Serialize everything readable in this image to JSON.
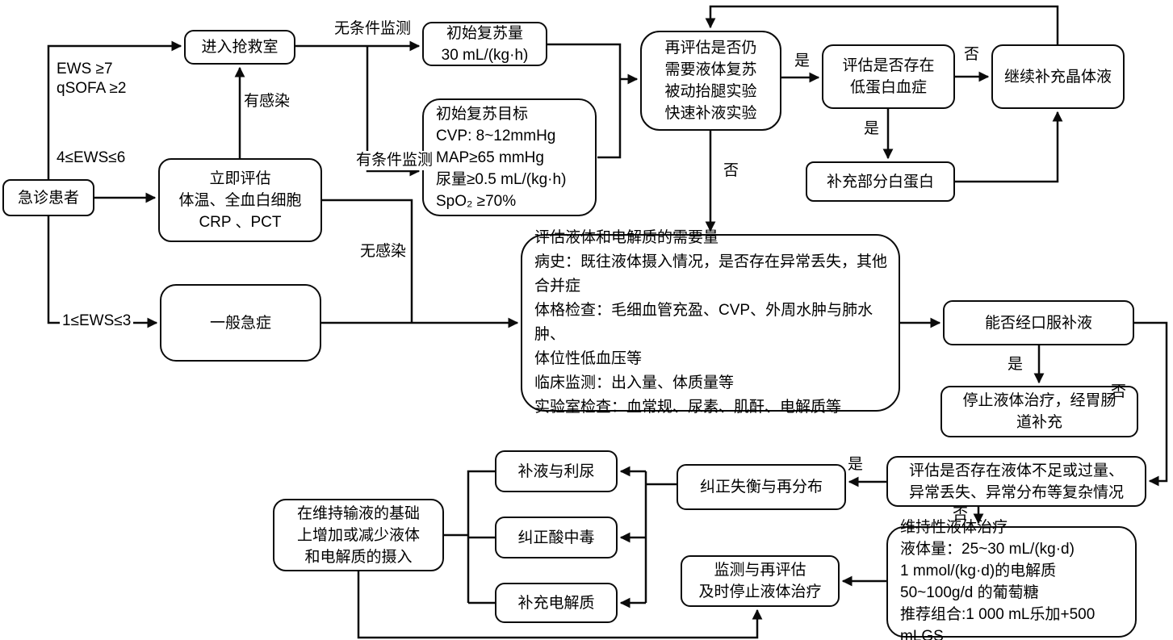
{
  "colors": {
    "stroke": "#0b0b0b",
    "node_fill": "#ffffff",
    "text": "#000000",
    "background": "#ffffff"
  },
  "nodes": {
    "patient": {
      "label": "急诊患者"
    },
    "rescue_room": {
      "label": "进入抢救室"
    },
    "immediate_eval": {
      "lines": [
        "立即评估",
        "体温、全血白细胞",
        "CRP 、PCT"
      ]
    },
    "general_emergency": {
      "label": "一般急症"
    },
    "initial_volume": {
      "lines": [
        "初始复苏量",
        "30 mL/(kg·h)"
      ]
    },
    "initial_target": {
      "lines": [
        "初始复苏目标",
        "CVP: 8~12mmHg",
        "MAP≥65 mmHg",
        "尿量≥0.5 mL/(kg·h)",
        "SpO₂ ≥70%"
      ]
    },
    "reassess": {
      "lines": [
        "再评估是否仍",
        "需要液体复苏",
        "被动抬腿实验",
        "快速补液实验"
      ]
    },
    "hypoproteinemia": {
      "lines": [
        "评估是否存在",
        "低蛋白血症"
      ]
    },
    "crystalloid": {
      "label": "继续补充晶体液"
    },
    "albumin": {
      "label": "补充部分白蛋白"
    },
    "needs_assessment": {
      "lines": [
        "评估液体和电解质的需要量",
        "病史：既往液体摄入情况，是否存在异常丢失，其他",
        "合并症",
        "体格检查：毛细血管充盈、CVP、外周水肿与肺水肿、",
        "体位性低血压等",
        "临床监测：出入量、体质量等",
        "实验室检查：血常规、尿素、肌酐、电解质等"
      ]
    },
    "oral_rehydration": {
      "label": "能否经口服补液"
    },
    "stop_fluid": {
      "lines": [
        "停止液体治疗，经胃肠",
        "道补充"
      ]
    },
    "complex_eval": {
      "lines": [
        "评估是否存在液体不足或过量、",
        "异常丢失、异常分布等复杂情况"
      ]
    },
    "rebalance": {
      "label": "纠正失衡与再分布"
    },
    "diuresis": {
      "label": "补液与利尿"
    },
    "acidosis": {
      "label": "纠正酸中毒"
    },
    "electrolytes": {
      "label": "补充电解质"
    },
    "maintenance_adjust": {
      "lines": [
        "在维持输液的基础",
        "上增加或减少液体",
        "和电解质的摄入"
      ]
    },
    "monitor": {
      "lines": [
        "监测与再评估",
        "及时停止液体治疗"
      ]
    },
    "maintenance_therapy": {
      "lines": [
        "维持性液体治疗",
        "液体量：25~30 mL/(kg·d)",
        "1 mmol/(kg·d)的电解质",
        "50~100g/d 的葡萄糖",
        "推荐组合:1 000 mL乐加+500 mLGS"
      ]
    }
  },
  "edge_labels": {
    "ews_high": [
      "EWS ≥7",
      "qSOFA ≥2"
    ],
    "ews_mid": "4≤EWS≤6",
    "ews_low": "1≤EWS≤3",
    "infection": "有感染",
    "no_infection": "无感染",
    "monitor_unavailable": "无条件监测",
    "monitor_available": "有条件监测",
    "yes_need_fluid": "是",
    "no_need_fluid": "否",
    "no_hypoproteinemia": "否",
    "yes_hypoproteinemia": "是",
    "yes_oral": "是",
    "no_oral": "否",
    "yes_complex": "是",
    "no_complex": "否"
  }
}
